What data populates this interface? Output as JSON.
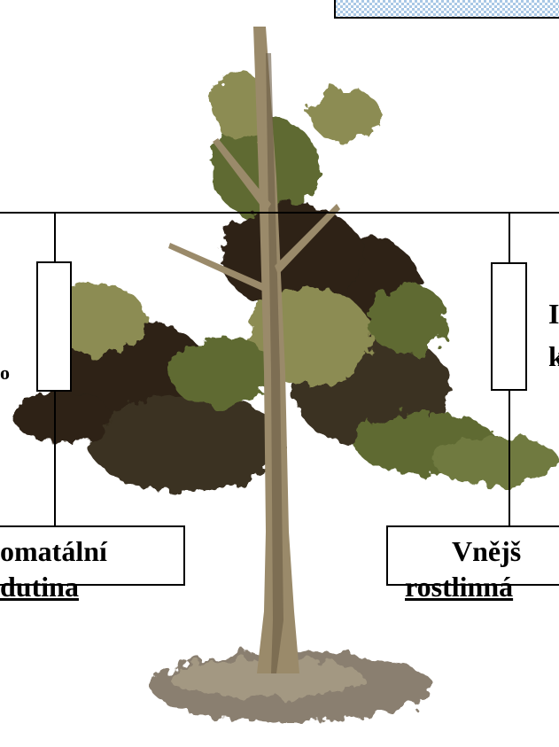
{
  "diagram": {
    "left_label_line1": "omatální",
    "left_label_line2": "dutina",
    "right_label_line1": "Vnějš",
    "right_label_line2": "rostlinná",
    "right_fragment_line1": "I",
    "right_fragment_line2": "k",
    "left_fragment": "o"
  },
  "colors": {
    "line": "#000000",
    "foliage_dark": "#2d2418",
    "foliage_mid": "#5e6a32",
    "foliage_light": "#8c8c52",
    "trunk": "#9a8a6a",
    "trunk_dark": "#6b5c44",
    "ground": "#8a7f70",
    "pattern": "#a9c8e6"
  }
}
